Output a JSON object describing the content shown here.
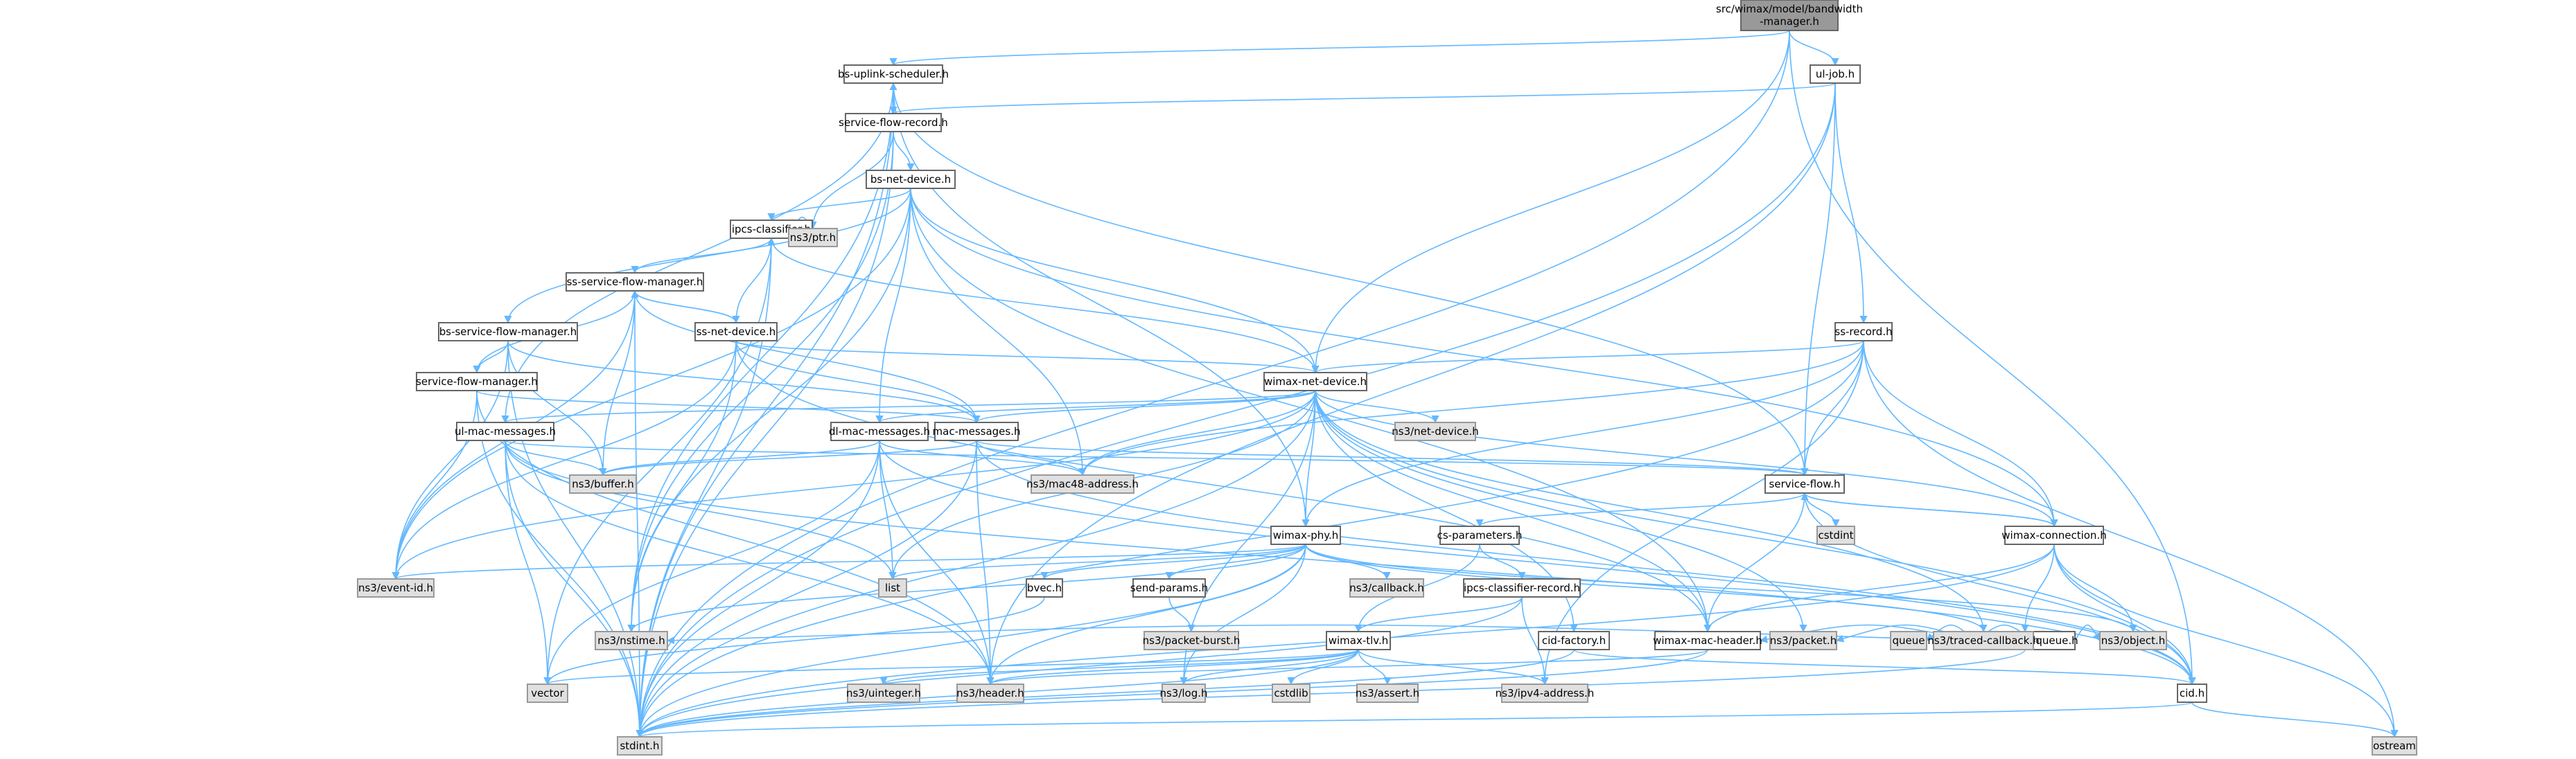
{
  "colors": {
    "edge": "#63B8FF",
    "root_fill": "#999999",
    "root_border": "#666666",
    "local_fill": "#FFFFFF",
    "local_border": "#666666",
    "external_fill": "#E0E0E0",
    "external_border": "#999999",
    "text": "#000000"
  },
  "graph": {
    "nodes": [
      {
        "id": "root",
        "kind": "root",
        "lines": [
          "src/wimax/model/bandwidth",
          "-manager.h"
        ]
      },
      {
        "id": "bs-uplink-scheduler",
        "kind": "local",
        "lines": [
          "bs-uplink-scheduler.h"
        ]
      },
      {
        "id": "ul-job",
        "kind": "local",
        "lines": [
          "ul-job.h"
        ]
      },
      {
        "id": "service-flow-record",
        "kind": "local",
        "lines": [
          "service-flow-record.h"
        ]
      },
      {
        "id": "bs-net-device",
        "kind": "local",
        "lines": [
          "bs-net-device.h"
        ]
      },
      {
        "id": "ipcs-classifier",
        "kind": "local",
        "lines": [
          "ipcs-classifier.h"
        ]
      },
      {
        "id": "ptr",
        "kind": "external",
        "lines": [
          "ns3/ptr.h"
        ]
      },
      {
        "id": "ss-service-flow-manager",
        "kind": "local",
        "lines": [
          "ss-service-flow-manager.h"
        ]
      },
      {
        "id": "bs-service-flow-manager",
        "kind": "local",
        "lines": [
          "bs-service-flow-manager.h"
        ]
      },
      {
        "id": "ss-net-device",
        "kind": "local",
        "lines": [
          "ss-net-device.h"
        ]
      },
      {
        "id": "ss-record",
        "kind": "local",
        "lines": [
          "ss-record.h"
        ]
      },
      {
        "id": "service-flow-manager",
        "kind": "local",
        "lines": [
          "service-flow-manager.h"
        ]
      },
      {
        "id": "wimax-net-device",
        "kind": "local",
        "lines": [
          "wimax-net-device.h"
        ]
      },
      {
        "id": "ul-mac-messages",
        "kind": "local",
        "lines": [
          "ul-mac-messages.h"
        ]
      },
      {
        "id": "dl-mac-messages",
        "kind": "local",
        "lines": [
          "dl-mac-messages.h"
        ]
      },
      {
        "id": "mac-messages",
        "kind": "local",
        "lines": [
          "mac-messages.h"
        ]
      },
      {
        "id": "net-device",
        "kind": "external",
        "lines": [
          "ns3/net-device.h"
        ]
      },
      {
        "id": "buffer",
        "kind": "external",
        "lines": [
          "ns3/buffer.h"
        ]
      },
      {
        "id": "mac48-address",
        "kind": "external",
        "lines": [
          "ns3/mac48-address.h"
        ]
      },
      {
        "id": "service-flow",
        "kind": "local",
        "lines": [
          "service-flow.h"
        ]
      },
      {
        "id": "wimax-phy",
        "kind": "local",
        "lines": [
          "wimax-phy.h"
        ]
      },
      {
        "id": "cs-parameters",
        "kind": "local",
        "lines": [
          "cs-parameters.h"
        ]
      },
      {
        "id": "cstdint",
        "kind": "external",
        "lines": [
          "cstdint"
        ]
      },
      {
        "id": "wimax-connection",
        "kind": "local",
        "lines": [
          "wimax-connection.h"
        ]
      },
      {
        "id": "event-id",
        "kind": "external",
        "lines": [
          "ns3/event-id.h"
        ]
      },
      {
        "id": "list",
        "kind": "external",
        "lines": [
          "list"
        ]
      },
      {
        "id": "bvec",
        "kind": "local",
        "lines": [
          "bvec.h"
        ]
      },
      {
        "id": "send-params",
        "kind": "local",
        "lines": [
          "send-params.h"
        ]
      },
      {
        "id": "callback",
        "kind": "external",
        "lines": [
          "ns3/callback.h"
        ]
      },
      {
        "id": "ipcs-classifier-record",
        "kind": "local",
        "lines": [
          "ipcs-classifier-record.h"
        ]
      },
      {
        "id": "wimax-mac-queue",
        "kind": "local",
        "lines": [
          "wimax-mac-queue.h"
        ]
      },
      {
        "id": "nstime",
        "kind": "external",
        "lines": [
          "ns3/nstime.h"
        ]
      },
      {
        "id": "packet-burst",
        "kind": "external",
        "lines": [
          "ns3/packet-burst.h"
        ]
      },
      {
        "id": "packet",
        "kind": "external",
        "lines": [
          "ns3/packet.h"
        ]
      },
      {
        "id": "traced-callback",
        "kind": "external",
        "lines": [
          "ns3/traced-callback.h"
        ]
      },
      {
        "id": "object",
        "kind": "external",
        "lines": [
          "ns3/object.h"
        ]
      },
      {
        "id": "queue",
        "kind": "external",
        "lines": [
          "queue"
        ]
      },
      {
        "id": "cid-factory",
        "kind": "local",
        "lines": [
          "cid-factory.h"
        ]
      },
      {
        "id": "wimax-tlv",
        "kind": "local",
        "lines": [
          "wimax-tlv.h"
        ]
      },
      {
        "id": "wimax-mac-header",
        "kind": "local",
        "lines": [
          "wimax-mac-header.h"
        ]
      },
      {
        "id": "vector",
        "kind": "external",
        "lines": [
          "vector"
        ]
      },
      {
        "id": "uinteger",
        "kind": "external",
        "lines": [
          "ns3/uinteger.h"
        ]
      },
      {
        "id": "header",
        "kind": "external",
        "lines": [
          "ns3/header.h"
        ]
      },
      {
        "id": "log",
        "kind": "external",
        "lines": [
          "ns3/log.h"
        ]
      },
      {
        "id": "cstdlib",
        "kind": "external",
        "lines": [
          "cstdlib"
        ]
      },
      {
        "id": "assert",
        "kind": "external",
        "lines": [
          "ns3/assert.h"
        ]
      },
      {
        "id": "ipv4-address",
        "kind": "external",
        "lines": [
          "ns3/ipv4-address.h"
        ]
      },
      {
        "id": "cid",
        "kind": "local",
        "lines": [
          "cid.h"
        ]
      },
      {
        "id": "stdint",
        "kind": "external",
        "lines": [
          "stdint.h"
        ]
      },
      {
        "id": "ostream",
        "kind": "external",
        "lines": [
          "ostream"
        ]
      }
    ],
    "edges": [
      [
        "root",
        "bs-uplink-scheduler"
      ],
      [
        "root",
        "ul-job"
      ],
      [
        "root",
        "wimax-net-device"
      ],
      [
        "root",
        "cid"
      ],
      [
        "root",
        "stdint"
      ],
      [
        "bs-uplink-scheduler",
        "service-flow-record"
      ],
      [
        "bs-uplink-scheduler",
        "ul-mac-messages"
      ],
      [
        "bs-uplink-scheduler",
        "service-flow"
      ],
      [
        "bs-uplink-scheduler",
        "wimax-phy"
      ],
      [
        "bs-uplink-scheduler",
        "nstime"
      ],
      [
        "bs-uplink-scheduler",
        "stdint"
      ],
      [
        "ul-job",
        "service-flow-record"
      ],
      [
        "ul-job",
        "ss-record"
      ],
      [
        "ul-job",
        "service-flow"
      ],
      [
        "ul-job",
        "header"
      ],
      [
        "ul-job",
        "stdint"
      ],
      [
        "service-flow-record",
        "bs-uplink-scheduler"
      ],
      [
        "service-flow-record",
        "bs-net-device"
      ],
      [
        "service-flow-record",
        "ptr"
      ],
      [
        "service-flow-record",
        "nstime"
      ],
      [
        "service-flow-record",
        "stdint"
      ],
      [
        "bs-net-device",
        "ipcs-classifier"
      ],
      [
        "bs-net-device",
        "bs-service-flow-manager"
      ],
      [
        "bs-net-device",
        "wimax-net-device"
      ],
      [
        "bs-net-device",
        "dl-mac-messages"
      ],
      [
        "bs-net-device",
        "mac48-address"
      ],
      [
        "bs-net-device",
        "wimax-connection"
      ],
      [
        "bs-net-device",
        "wimax-mac-header"
      ],
      [
        "bs-net-device",
        "event-id"
      ],
      [
        "bs-net-device",
        "nstime"
      ],
      [
        "ipcs-classifier",
        "ptr"
      ],
      [
        "ipcs-classifier",
        "ss-service-flow-manager"
      ],
      [
        "ipcs-classifier",
        "wimax-net-device"
      ],
      [
        "ipcs-classifier",
        "vector"
      ],
      [
        "ipcs-classifier",
        "stdint"
      ],
      [
        "ss-service-flow-manager",
        "ss-net-device"
      ],
      [
        "ss-service-flow-manager",
        "service-flow-manager"
      ],
      [
        "ss-service-flow-manager",
        "mac-messages"
      ],
      [
        "ss-service-flow-manager",
        "buffer"
      ],
      [
        "ss-service-flow-manager",
        "event-id"
      ],
      [
        "ss-service-flow-manager",
        "stdint"
      ],
      [
        "ss-net-device",
        "ipcs-classifier"
      ],
      [
        "ss-net-device",
        "ss-service-flow-manager"
      ],
      [
        "ss-net-device",
        "wimax-net-device"
      ],
      [
        "ss-net-device",
        "mac-messages"
      ],
      [
        "ss-net-device",
        "event-id"
      ],
      [
        "ss-net-device",
        "nstime"
      ],
      [
        "ss-net-device",
        "wimax-mac-header"
      ],
      [
        "bs-service-flow-manager",
        "service-flow-manager"
      ],
      [
        "bs-service-flow-manager",
        "mac-messages"
      ],
      [
        "bs-service-flow-manager",
        "buffer"
      ],
      [
        "bs-service-flow-manager",
        "event-id"
      ],
      [
        "bs-service-flow-manager",
        "stdint"
      ],
      [
        "service-flow-manager",
        "mac-messages"
      ],
      [
        "service-flow-manager",
        "event-id"
      ],
      [
        "service-flow-manager",
        "header"
      ],
      [
        "service-flow-manager",
        "stdint"
      ],
      [
        "ss-record",
        "wimax-net-device"
      ],
      [
        "ss-record",
        "service-flow"
      ],
      [
        "ss-record",
        "wimax-connection"
      ],
      [
        "ss-record",
        "mac48-address"
      ],
      [
        "ss-record",
        "ipv4-address"
      ],
      [
        "ss-record",
        "wimax-phy"
      ],
      [
        "ss-record",
        "ostream"
      ],
      [
        "ss-record",
        "stdint"
      ],
      [
        "wimax-net-device",
        "ul-mac-messages"
      ],
      [
        "wimax-net-device",
        "dl-mac-messages"
      ],
      [
        "wimax-net-device",
        "mac-messages"
      ],
      [
        "wimax-net-device",
        "net-device"
      ],
      [
        "wimax-net-device",
        "mac48-address"
      ],
      [
        "wimax-net-device",
        "wimax-phy"
      ],
      [
        "wimax-net-device",
        "wimax-connection"
      ],
      [
        "wimax-net-device",
        "cid-factory"
      ],
      [
        "wimax-net-device",
        "wimax-mac-header"
      ],
      [
        "wimax-net-device",
        "cid"
      ],
      [
        "wimax-net-device",
        "packet"
      ],
      [
        "wimax-net-device",
        "traced-callback"
      ],
      [
        "wimax-net-device",
        "event-id"
      ],
      [
        "wimax-net-device",
        "list"
      ],
      [
        "wimax-net-device",
        "log"
      ],
      [
        "wimax-net-device",
        "stdint"
      ],
      [
        "ul-mac-messages",
        "buffer"
      ],
      [
        "ul-mac-messages",
        "service-flow"
      ],
      [
        "ul-mac-messages",
        "cid"
      ],
      [
        "ul-mac-messages",
        "header"
      ],
      [
        "ul-mac-messages",
        "list"
      ],
      [
        "ul-mac-messages",
        "vector"
      ],
      [
        "ul-mac-messages",
        "stdint"
      ],
      [
        "dl-mac-messages",
        "buffer"
      ],
      [
        "dl-mac-messages",
        "mac48-address"
      ],
      [
        "dl-mac-messages",
        "cid"
      ],
      [
        "dl-mac-messages",
        "header"
      ],
      [
        "dl-mac-messages",
        "list"
      ],
      [
        "dl-mac-messages",
        "vector"
      ],
      [
        "dl-mac-messages",
        "stdint"
      ],
      [
        "mac-messages",
        "buffer"
      ],
      [
        "mac-messages",
        "mac48-address"
      ],
      [
        "mac-messages",
        "service-flow"
      ],
      [
        "mac-messages",
        "cid"
      ],
      [
        "mac-messages",
        "header"
      ],
      [
        "mac-messages",
        "stdint"
      ],
      [
        "service-flow",
        "cs-parameters"
      ],
      [
        "service-flow",
        "wimax-connection"
      ],
      [
        "service-flow",
        "wimax-mac-header"
      ],
      [
        "service-flow",
        "cstdint"
      ],
      [
        "service-flow",
        "cid"
      ],
      [
        "wimax-phy",
        "bvec"
      ],
      [
        "wimax-phy",
        "send-params"
      ],
      [
        "wimax-phy",
        "callback"
      ],
      [
        "wimax-phy",
        "event-id"
      ],
      [
        "wimax-phy",
        "list"
      ],
      [
        "wimax-phy",
        "nstime"
      ],
      [
        "wimax-phy",
        "object"
      ],
      [
        "wimax-phy",
        "traced-callback"
      ],
      [
        "wimax-phy",
        "log"
      ],
      [
        "wimax-phy",
        "header"
      ],
      [
        "wimax-phy",
        "stdint"
      ],
      [
        "cs-parameters",
        "ipcs-classifier-record"
      ],
      [
        "cs-parameters",
        "wimax-tlv"
      ],
      [
        "wimax-connection",
        "service-flow"
      ],
      [
        "wimax-connection",
        "wimax-mac-queue"
      ],
      [
        "wimax-connection",
        "wimax-mac-header"
      ],
      [
        "wimax-connection",
        "cid"
      ],
      [
        "wimax-connection",
        "object"
      ],
      [
        "wimax-connection",
        "ostream"
      ],
      [
        "wimax-connection",
        "stdint"
      ],
      [
        "bvec",
        "vector"
      ],
      [
        "send-params",
        "packet-burst"
      ],
      [
        "ipcs-classifier-record",
        "wimax-tlv"
      ],
      [
        "ipcs-classifier-record",
        "ipv4-address"
      ],
      [
        "ipcs-classifier-record",
        "stdint"
      ],
      [
        "wimax-mac-queue",
        "wimax-mac-header"
      ],
      [
        "wimax-mac-queue",
        "packet"
      ],
      [
        "wimax-mac-queue",
        "traced-callback"
      ],
      [
        "wimax-mac-queue",
        "object"
      ],
      [
        "wimax-mac-queue",
        "queue"
      ],
      [
        "wimax-mac-queue",
        "nstime"
      ],
      [
        "wimax-mac-queue",
        "stdint"
      ],
      [
        "cid-factory",
        "cid"
      ],
      [
        "cid-factory",
        "stdint"
      ],
      [
        "wimax-tlv",
        "uinteger"
      ],
      [
        "wimax-tlv",
        "header"
      ],
      [
        "wimax-tlv",
        "log"
      ],
      [
        "wimax-tlv",
        "cstdlib"
      ],
      [
        "wimax-tlv",
        "assert"
      ],
      [
        "wimax-tlv",
        "ipv4-address"
      ],
      [
        "wimax-tlv",
        "vector"
      ],
      [
        "wimax-tlv",
        "stdint"
      ],
      [
        "wimax-mac-header",
        "header"
      ],
      [
        "wimax-mac-header",
        "stdint"
      ],
      [
        "cid",
        "ostream"
      ],
      [
        "cid",
        "stdint"
      ]
    ]
  }
}
